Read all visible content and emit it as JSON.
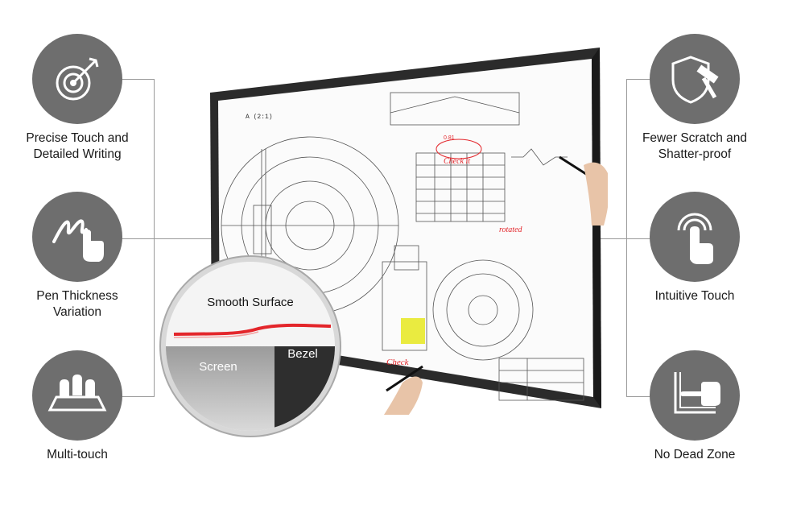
{
  "left_features": [
    {
      "label": "Precise Touch and\nDetailed Writing",
      "icon": "target-arrow-icon"
    },
    {
      "label": "Pen Thickness\nVariation",
      "icon": "pen-stroke-touch-icon"
    },
    {
      "label": "Multi-touch",
      "icon": "multi-touch-icon"
    }
  ],
  "right_features": [
    {
      "label": "Fewer Scratch and\nShatter-proof",
      "icon": "shield-hammer-icon"
    },
    {
      "label": "Intuitive Touch",
      "icon": "touch-waves-icon"
    },
    {
      "label": "No Dead Zone",
      "icon": "corner-touch-icon"
    }
  ],
  "magnifier": {
    "title": "Smooth Surface",
    "screen_label": "Screen",
    "bezel_label": "Bezel"
  },
  "drawing": {
    "scale_label": "A (2:1)",
    "annotation_1": "Check it",
    "annotation_2": "rotated",
    "annotation_3": "Check",
    "dimension_1": "0.81"
  },
  "colors": {
    "icon_circle": "#6e6e6e",
    "bezel": "#2b2b2b",
    "ink_red": "#e3262b",
    "highlight": "#e6e81e"
  }
}
